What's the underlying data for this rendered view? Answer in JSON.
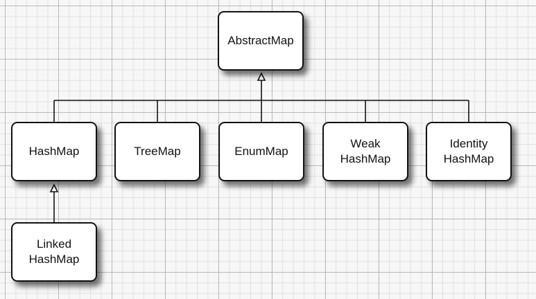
{
  "diagram": {
    "nodes": {
      "abstract_map": "AbstractMap",
      "hash_map": "HashMap",
      "tree_map": "TreeMap",
      "enum_map": "EnumMap",
      "weak_hash_map": "Weak\nHashMap",
      "identity_hash_map": "Identity\nHashMap",
      "linked_hash_map": "Linked\nHashMap"
    },
    "edges": [
      {
        "from": "HashMap",
        "to": "AbstractMap",
        "type": "inheritance"
      },
      {
        "from": "TreeMap",
        "to": "AbstractMap",
        "type": "inheritance"
      },
      {
        "from": "EnumMap",
        "to": "AbstractMap",
        "type": "inheritance"
      },
      {
        "from": "Weak HashMap",
        "to": "AbstractMap",
        "type": "inheritance"
      },
      {
        "from": "Identity HashMap",
        "to": "AbstractMap",
        "type": "inheritance"
      },
      {
        "from": "Linked HashMap",
        "to": "HashMap",
        "type": "inheritance"
      }
    ]
  }
}
